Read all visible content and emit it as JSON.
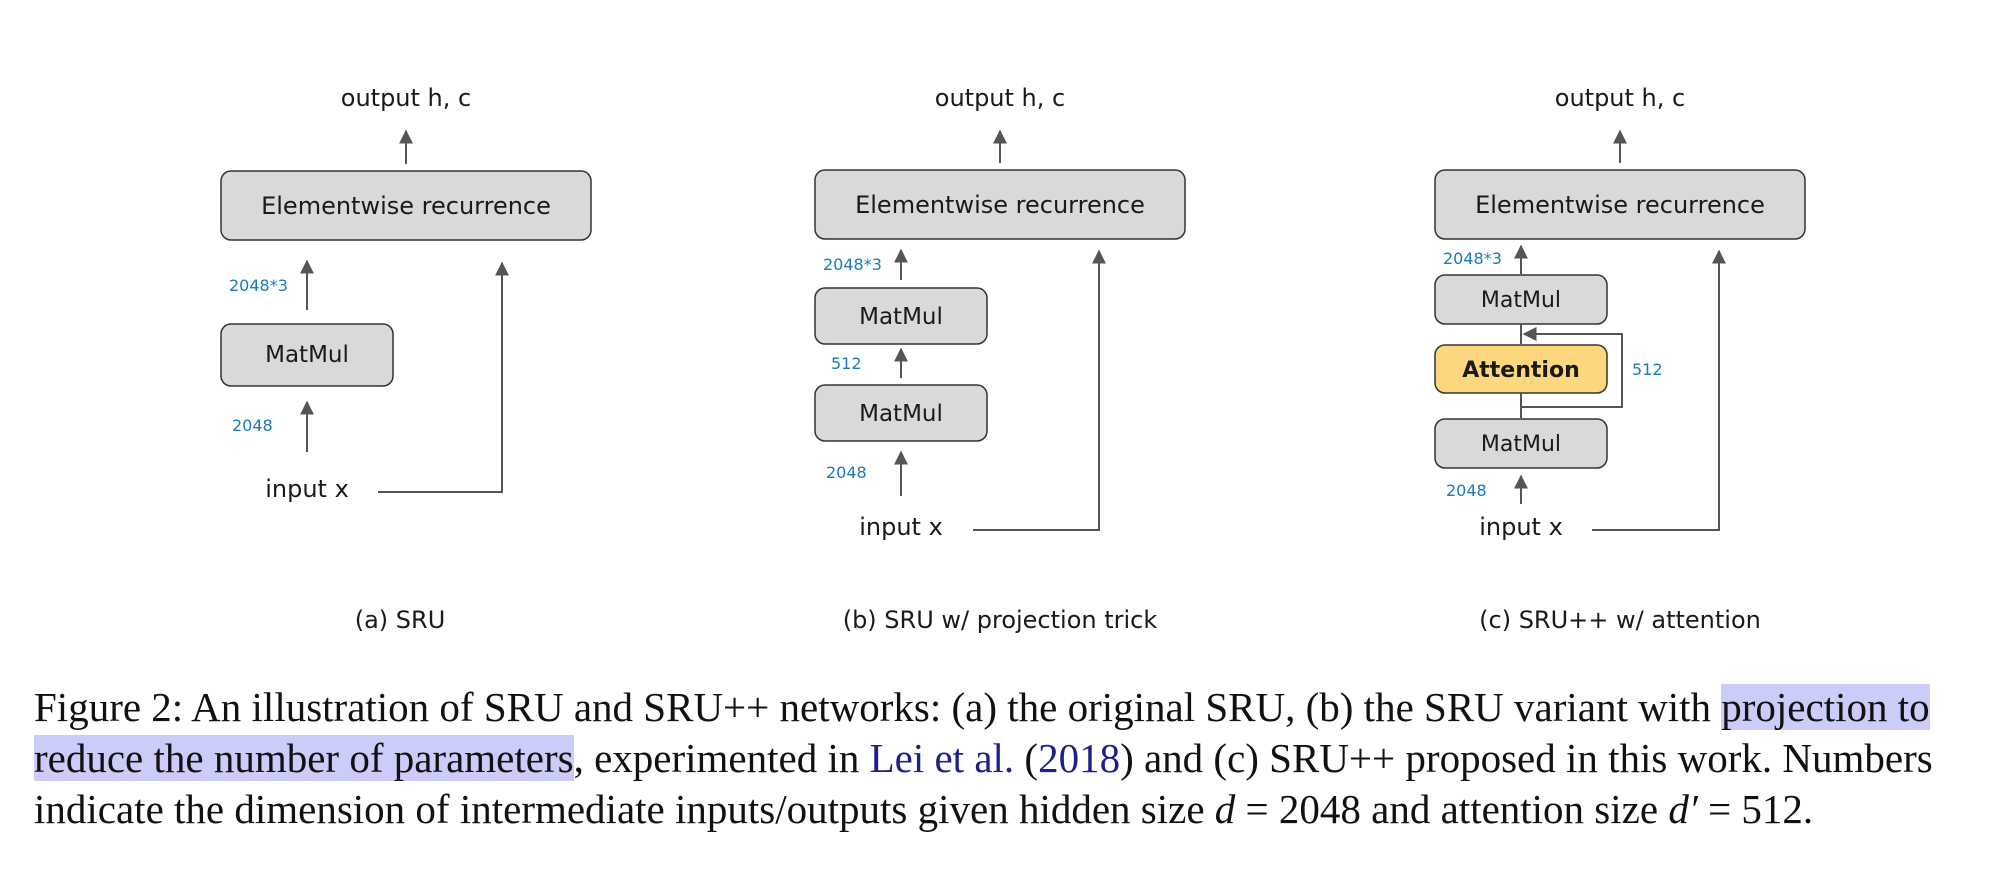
{
  "panels": [
    {
      "output": "output h, c",
      "recurrence": "Elementwise recurrence",
      "layers": [
        "MatMul"
      ],
      "dims": [
        "2048*3",
        "2048"
      ],
      "input": "input x",
      "label": "(a) SRU"
    },
    {
      "output": "output h, c",
      "recurrence": "Elementwise recurrence",
      "layers": [
        "MatMul",
        "MatMul"
      ],
      "dims": [
        "2048*3",
        "512",
        "2048"
      ],
      "input": "input x",
      "label": "(b) SRU w/ projection trick"
    },
    {
      "output": "output h, c",
      "recurrence": "Elementwise recurrence",
      "layers": [
        "MatMul",
        "Attention",
        "MatMul"
      ],
      "dims": [
        "2048*3",
        "512",
        "2048"
      ],
      "input": "input x",
      "label": "(c) SRU++ w/ attention"
    }
  ],
  "colors": {
    "box_fill": "#d9d9d9",
    "attention_fill": "#fdd77d",
    "dim_text": "#1a7ab8",
    "highlight": "#ccccfa",
    "citation": "#1f1f8a"
  },
  "caption": {
    "lead": "Figure 2:  An illustration of SRU and SRU++ networks:  (a) the original SRU, (b) the SRU variant with ",
    "highlight": "projection to reduce the number of parameters",
    "mid1": ", experimented in ",
    "cite_authors": "Lei et al.",
    "cite_open": " (",
    "cite_year": "2018",
    "cite_close": ")",
    "mid2": " and (c) SRU++ proposed in this work.  Numbers indicate the dimension of intermediate inputs/outputs given hidden size ",
    "d_symbol": "d",
    "d_value": " = 2048 and attention size ",
    "dprime_symbol": "d′",
    "dprime_value": " = 512."
  }
}
